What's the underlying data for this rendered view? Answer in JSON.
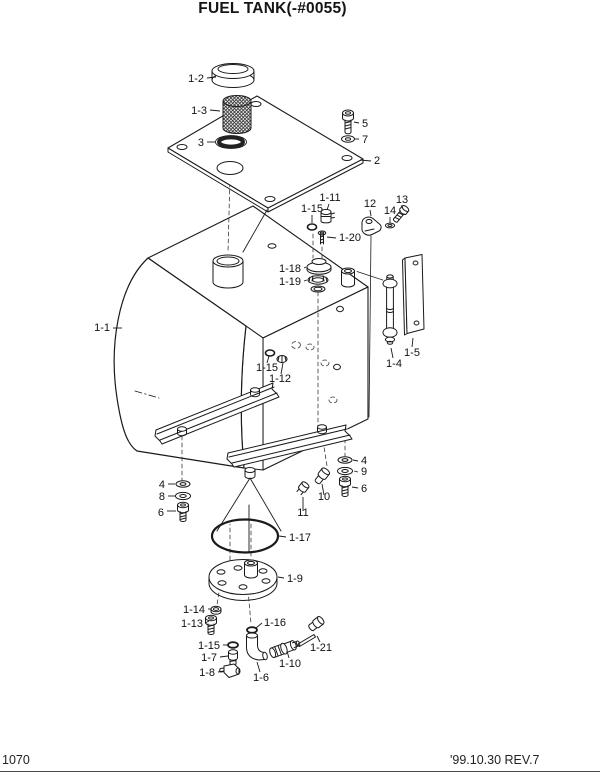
{
  "title": "FUEL TANK(-#0055)",
  "footer": {
    "page_number": "1070",
    "revision": "'99.10.30 REV.7"
  },
  "diagram": {
    "type": "exploded-parts-diagram",
    "callouts": [
      {
        "label": "1-2"
      },
      {
        "label": "1-3"
      },
      {
        "label": "3"
      },
      {
        "label": "5"
      },
      {
        "label": "7"
      },
      {
        "label": "2"
      },
      {
        "label": "1-11"
      },
      {
        "label": "1-15"
      },
      {
        "label": "1-20"
      },
      {
        "label": "12"
      },
      {
        "label": "14"
      },
      {
        "label": "13"
      },
      {
        "label": "1-18"
      },
      {
        "label": "1-19"
      },
      {
        "label": "1-1"
      },
      {
        "label": "1-15"
      },
      {
        "label": "1-12"
      },
      {
        "label": "1-5"
      },
      {
        "label": "1-4"
      },
      {
        "label": "4"
      },
      {
        "label": "9"
      },
      {
        "label": "6"
      },
      {
        "label": "4"
      },
      {
        "label": "8"
      },
      {
        "label": "6"
      },
      {
        "label": "10"
      },
      {
        "label": "11"
      },
      {
        "label": "1-17"
      },
      {
        "label": "1-9"
      },
      {
        "label": "1-14"
      },
      {
        "label": "1-13"
      },
      {
        "label": "1-16"
      },
      {
        "label": "1-15"
      },
      {
        "label": "1-7"
      },
      {
        "label": "1-8"
      },
      {
        "label": "1-6"
      },
      {
        "label": "1-10"
      },
      {
        "label": "1-21"
      }
    ]
  }
}
